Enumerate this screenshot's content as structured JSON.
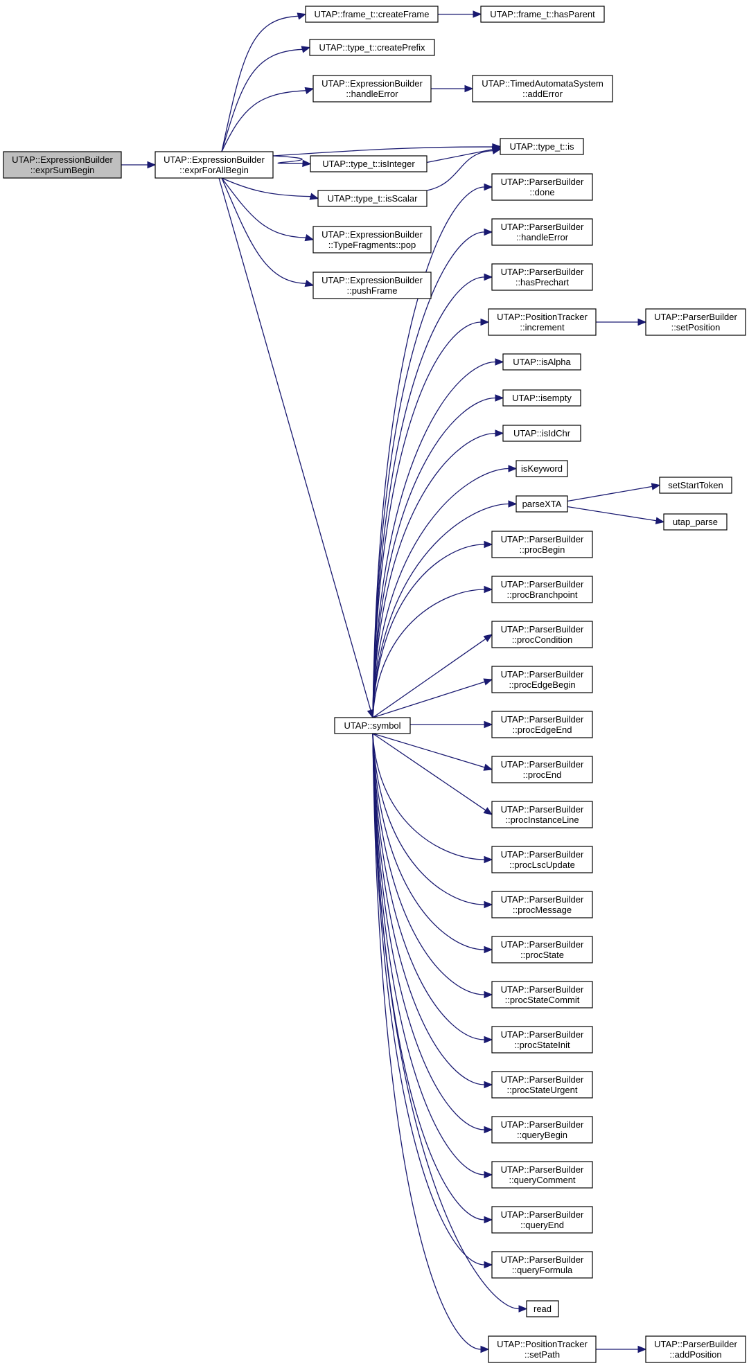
{
  "diagram": {
    "type": "call-graph",
    "edge_color": "#191970",
    "root_fill": "#bfbfbf",
    "nodes": [
      {
        "id": "root",
        "lines": [
          "UTAP::ExpressionBuilder",
          "::exprSumBegin"
        ],
        "root": true
      },
      {
        "id": "forall",
        "lines": [
          "UTAP::ExpressionBuilder",
          "::exprForAllBegin"
        ]
      },
      {
        "id": "createFrame",
        "lines": [
          "UTAP::frame_t::createFrame"
        ]
      },
      {
        "id": "hasParent",
        "lines": [
          "UTAP::frame_t::hasParent"
        ]
      },
      {
        "id": "createPrefix",
        "lines": [
          "UTAP::type_t::createPrefix"
        ]
      },
      {
        "id": "ebHandleError",
        "lines": [
          "UTAP::ExpressionBuilder",
          "::handleError"
        ]
      },
      {
        "id": "addError",
        "lines": [
          "UTAP::TimedAutomataSystem",
          "::addError"
        ]
      },
      {
        "id": "is",
        "lines": [
          "UTAP::type_t::is"
        ]
      },
      {
        "id": "isInteger",
        "lines": [
          "UTAP::type_t::isInteger"
        ]
      },
      {
        "id": "isScalar",
        "lines": [
          "UTAP::type_t::isScalar"
        ]
      },
      {
        "id": "pop",
        "lines": [
          "UTAP::ExpressionBuilder",
          "::TypeFragments::pop"
        ]
      },
      {
        "id": "pushFrame",
        "lines": [
          "UTAP::ExpressionBuilder",
          "::pushFrame"
        ]
      },
      {
        "id": "symbol",
        "lines": [
          "UTAP::symbol"
        ]
      },
      {
        "id": "done",
        "lines": [
          "UTAP::ParserBuilder",
          "::done"
        ]
      },
      {
        "id": "pbHandleError",
        "lines": [
          "UTAP::ParserBuilder",
          "::handleError"
        ]
      },
      {
        "id": "hasPrechart",
        "lines": [
          "UTAP::ParserBuilder",
          "::hasPrechart"
        ]
      },
      {
        "id": "increment",
        "lines": [
          "UTAP::PositionTracker",
          "::increment"
        ]
      },
      {
        "id": "setPosition",
        "lines": [
          "UTAP::ParserBuilder",
          "::setPosition"
        ]
      },
      {
        "id": "isAlpha",
        "lines": [
          "UTAP::isAlpha"
        ]
      },
      {
        "id": "isempty",
        "lines": [
          "UTAP::isempty"
        ]
      },
      {
        "id": "isIdChr",
        "lines": [
          "UTAP::isIdChr"
        ]
      },
      {
        "id": "isKeyword",
        "lines": [
          "isKeyword"
        ]
      },
      {
        "id": "parseXTA",
        "lines": [
          "parseXTA"
        ]
      },
      {
        "id": "setStartToken",
        "lines": [
          "setStartToken"
        ]
      },
      {
        "id": "utapParse",
        "lines": [
          "utap_parse"
        ]
      },
      {
        "id": "procBegin",
        "lines": [
          "UTAP::ParserBuilder",
          "::procBegin"
        ]
      },
      {
        "id": "procBranchpoint",
        "lines": [
          "UTAP::ParserBuilder",
          "::procBranchpoint"
        ]
      },
      {
        "id": "procCondition",
        "lines": [
          "UTAP::ParserBuilder",
          "::procCondition"
        ]
      },
      {
        "id": "procEdgeBegin",
        "lines": [
          "UTAP::ParserBuilder",
          "::procEdgeBegin"
        ]
      },
      {
        "id": "procEdgeEnd",
        "lines": [
          "UTAP::ParserBuilder",
          "::procEdgeEnd"
        ]
      },
      {
        "id": "procEnd",
        "lines": [
          "UTAP::ParserBuilder",
          "::procEnd"
        ]
      },
      {
        "id": "procInstanceLine",
        "lines": [
          "UTAP::ParserBuilder",
          "::procInstanceLine"
        ]
      },
      {
        "id": "procLscUpdate",
        "lines": [
          "UTAP::ParserBuilder",
          "::procLscUpdate"
        ]
      },
      {
        "id": "procMessage",
        "lines": [
          "UTAP::ParserBuilder",
          "::procMessage"
        ]
      },
      {
        "id": "procState",
        "lines": [
          "UTAP::ParserBuilder",
          "::procState"
        ]
      },
      {
        "id": "procStateCommit",
        "lines": [
          "UTAP::ParserBuilder",
          "::procStateCommit"
        ]
      },
      {
        "id": "procStateInit",
        "lines": [
          "UTAP::ParserBuilder",
          "::procStateInit"
        ]
      },
      {
        "id": "procStateUrgent",
        "lines": [
          "UTAP::ParserBuilder",
          "::procStateUrgent"
        ]
      },
      {
        "id": "queryBegin",
        "lines": [
          "UTAP::ParserBuilder",
          "::queryBegin"
        ]
      },
      {
        "id": "queryComment",
        "lines": [
          "UTAP::ParserBuilder",
          "::queryComment"
        ]
      },
      {
        "id": "queryEnd",
        "lines": [
          "UTAP::ParserBuilder",
          "::queryEnd"
        ]
      },
      {
        "id": "queryFormula",
        "lines": [
          "UTAP::ParserBuilder",
          "::queryFormula"
        ]
      },
      {
        "id": "read",
        "lines": [
          "read"
        ]
      },
      {
        "id": "setPath",
        "lines": [
          "UTAP::PositionTracker",
          "::setPath"
        ]
      },
      {
        "id": "addPosition",
        "lines": [
          "UTAP::ParserBuilder",
          "::addPosition"
        ]
      }
    ],
    "edges": [
      [
        "root",
        "forall"
      ],
      [
        "forall",
        "createFrame"
      ],
      [
        "forall",
        "createPrefix"
      ],
      [
        "forall",
        "ebHandleError"
      ],
      [
        "forall",
        "is"
      ],
      [
        "forall",
        "isInteger"
      ],
      [
        "forall",
        "isScalar"
      ],
      [
        "forall",
        "pop"
      ],
      [
        "forall",
        "pushFrame"
      ],
      [
        "forall",
        "symbol"
      ],
      [
        "createFrame",
        "hasParent"
      ],
      [
        "ebHandleError",
        "addError"
      ],
      [
        "isInteger",
        "is"
      ],
      [
        "isScalar",
        "is"
      ],
      [
        "symbol",
        "done"
      ],
      [
        "symbol",
        "pbHandleError"
      ],
      [
        "symbol",
        "hasPrechart"
      ],
      [
        "symbol",
        "increment"
      ],
      [
        "symbol",
        "isAlpha"
      ],
      [
        "symbol",
        "isempty"
      ],
      [
        "symbol",
        "isIdChr"
      ],
      [
        "symbol",
        "isKeyword"
      ],
      [
        "symbol",
        "parseXTA"
      ],
      [
        "symbol",
        "procBegin"
      ],
      [
        "symbol",
        "procBranchpoint"
      ],
      [
        "symbol",
        "procCondition"
      ],
      [
        "symbol",
        "procEdgeBegin"
      ],
      [
        "symbol",
        "procEdgeEnd"
      ],
      [
        "symbol",
        "procEnd"
      ],
      [
        "symbol",
        "procInstanceLine"
      ],
      [
        "symbol",
        "procLscUpdate"
      ],
      [
        "symbol",
        "procMessage"
      ],
      [
        "symbol",
        "procState"
      ],
      [
        "symbol",
        "procStateCommit"
      ],
      [
        "symbol",
        "procStateInit"
      ],
      [
        "symbol",
        "procStateUrgent"
      ],
      [
        "symbol",
        "queryBegin"
      ],
      [
        "symbol",
        "queryComment"
      ],
      [
        "symbol",
        "queryEnd"
      ],
      [
        "symbol",
        "queryFormula"
      ],
      [
        "symbol",
        "read"
      ],
      [
        "symbol",
        "setPath"
      ],
      [
        "increment",
        "setPosition"
      ],
      [
        "parseXTA",
        "setStartToken"
      ],
      [
        "parseXTA",
        "utapParse"
      ],
      [
        "setPath",
        "addPosition"
      ]
    ]
  }
}
